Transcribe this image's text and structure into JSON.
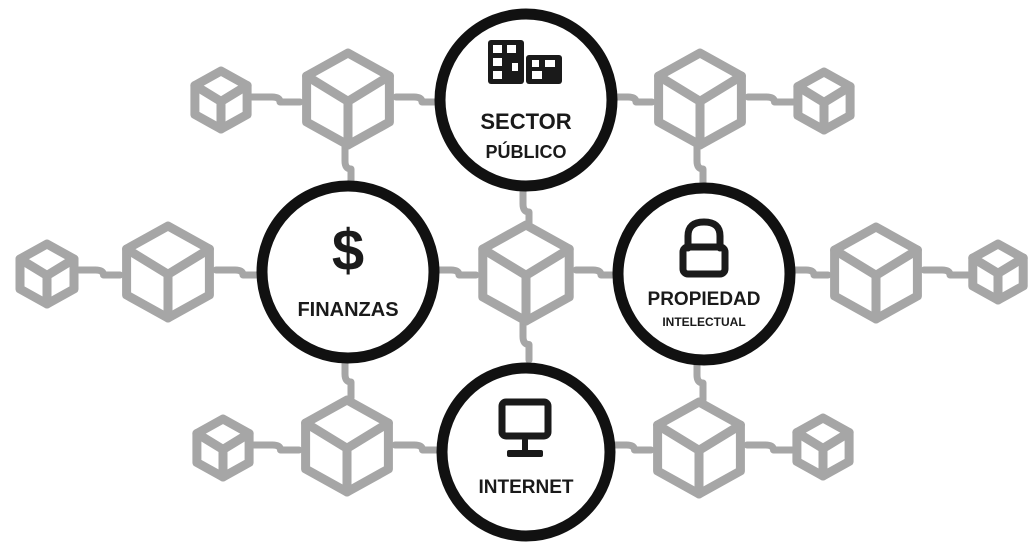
{
  "diagram": {
    "colors": {
      "cube_stroke": "#a6a6a6",
      "hub_ring": "#111111",
      "hub_text": "#1a1a1a",
      "background": "#ffffff"
    },
    "hubs": {
      "sector_publico": {
        "title_line1": "SECTOR",
        "title_line2": "PÚBLICO",
        "icon": "buildings-icon"
      },
      "finanzas": {
        "title_line1": "FINANZAS",
        "icon": "dollar-icon",
        "icon_glyph": "$"
      },
      "propiedad_intelectual": {
        "title_line1": "PROPIEDAD",
        "title_line2": "INTELECTUAL",
        "icon": "padlock-icon"
      },
      "internet": {
        "title_line1": "INTERNET",
        "icon": "computer-monitor-icon"
      }
    }
  }
}
